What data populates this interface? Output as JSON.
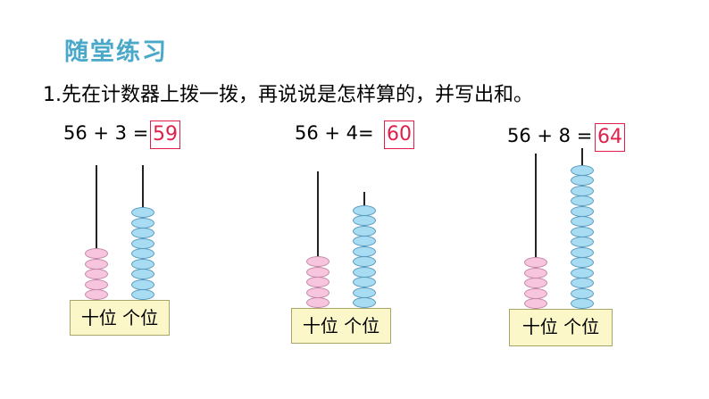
{
  "title": "随堂练习",
  "question": "1.先在计数器上拨一拨，再说说是怎样算的，并写出和。",
  "abacus_label": "十位 个位",
  "problems": [
    {
      "equation": "56 + 3 =",
      "answer": "59",
      "tens": 5,
      "ones": 9
    },
    {
      "equation": "56 + 4=",
      "answer": "60",
      "tens": 5,
      "ones": 10
    },
    {
      "equation": "56 + 8 =",
      "answer": "64",
      "tens": 5,
      "ones": 14
    }
  ],
  "colors": {
    "title": "#4aa8c9",
    "answer_box": "#e0204a",
    "tens_bead": "#f7c6de",
    "ones_bead": "#a8dcf2",
    "base": "#fbf7c9"
  }
}
